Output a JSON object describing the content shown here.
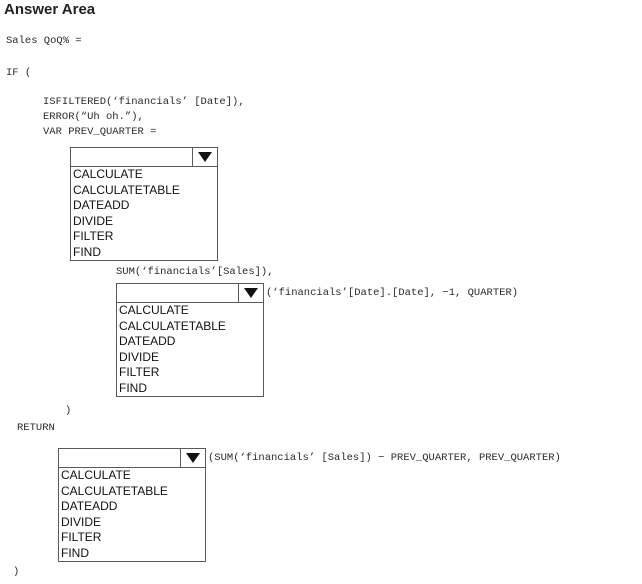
{
  "header": {
    "title": "Answer Area"
  },
  "code": {
    "line1": "Sales QoQ% =",
    "line2": "IF (",
    "line3": "ISFILTERED(‘financials’ [Date]),",
    "line4": "ERROR(“Uh oh.”),",
    "line5": "VAR PREV_QUARTER =",
    "line6": "SUM(‘financials’[Sales]),",
    "line7": "(‘financials’[Date].[Date], −1, QUARTER)",
    "line8": ")",
    "line9": "RETURN",
    "line10": "(SUM(‘financials’ [Sales]) − PREV_QUARTER, PREV_QUARTER)",
    "line11": ")"
  },
  "dropdowns": {
    "dd1": {
      "selected": "",
      "options": [
        "CALCULATE",
        "CALCULATETABLE",
        "DATEADD",
        "DIVIDE",
        "FILTER",
        "FIND"
      ]
    },
    "dd2": {
      "selected": "",
      "options": [
        "CALCULATE",
        "CALCULATETABLE",
        "DATEADD",
        "DIVIDE",
        "FILTER",
        "FIND"
      ]
    },
    "dd3": {
      "selected": "",
      "options": [
        "CALCULATE",
        "CALCULATETABLE",
        "DATEADD",
        "DIVIDE",
        "FILTER",
        "FIND"
      ]
    }
  },
  "icons": {
    "dropdown_arrow": "triangle-down-icon"
  }
}
